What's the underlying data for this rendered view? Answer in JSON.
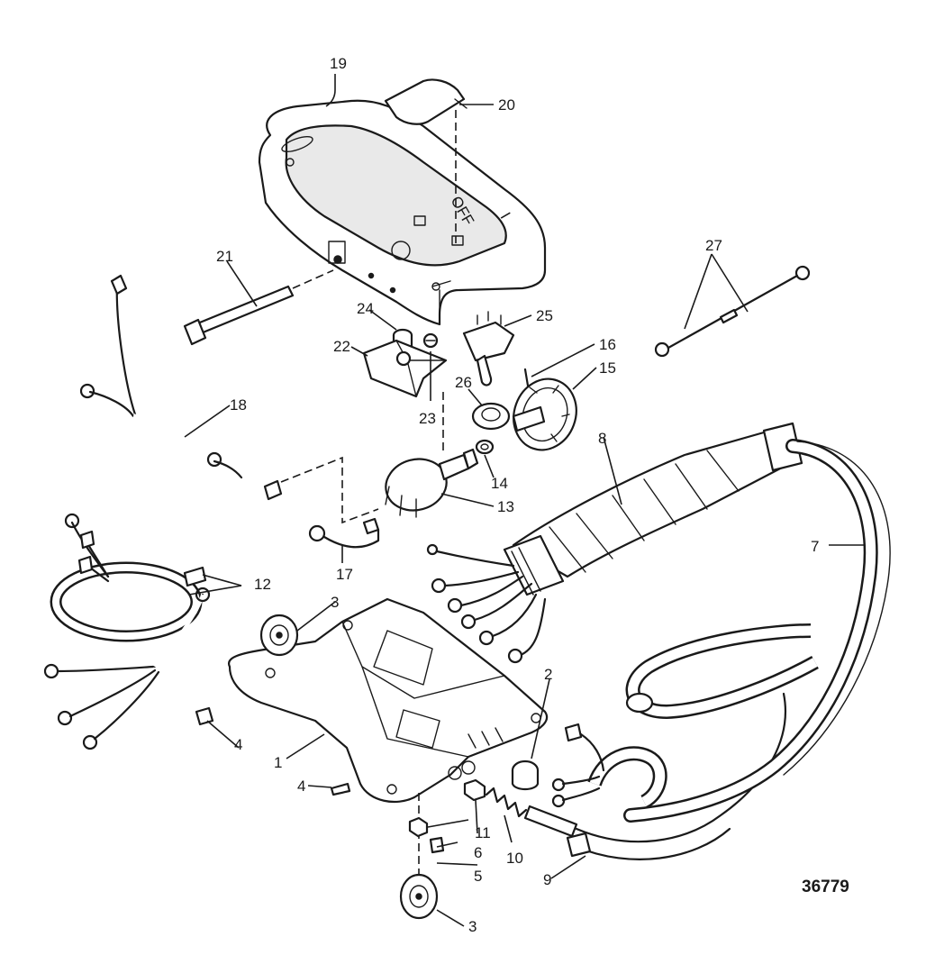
{
  "figure_number": "36779",
  "callouts": {
    "c1": "1",
    "c2": "2",
    "c3a": "3",
    "c3b": "3",
    "c4a": "4",
    "c4b": "4",
    "c5": "5",
    "c6": "6",
    "c7": "7",
    "c8": "8",
    "c9": "9",
    "c10": "10",
    "c11": "11",
    "c12": "12",
    "c13": "13",
    "c14": "14",
    "c15": "15",
    "c16": "16",
    "c17": "17",
    "c18": "18",
    "c19": "19",
    "c20": "20",
    "c21": "21",
    "c22": "22",
    "c23": "23",
    "c24": "24",
    "c25": "25",
    "c26": "26",
    "c27": "27"
  },
  "housing_marks": {
    "off": "OFF",
    "on": "I"
  }
}
